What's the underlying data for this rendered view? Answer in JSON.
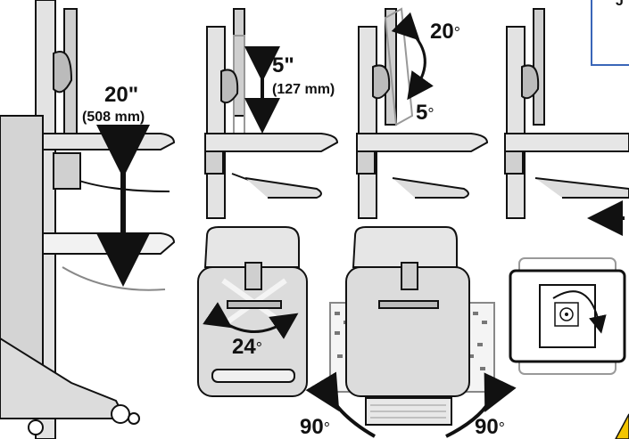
{
  "panels": {
    "height_adjust": {
      "value": "20\"",
      "metric": "(508 mm)"
    },
    "monitor_lift": {
      "value": "5\"",
      "metric": "(127 mm)"
    },
    "monitor_tilt": {
      "up": "20",
      "down": "5",
      "unit": "°"
    },
    "keyboard_swivel": {
      "value": "24",
      "unit": "°"
    },
    "platform_rotate": {
      "left": "90",
      "right": "90",
      "unit": "°"
    },
    "corner_text": "J"
  },
  "colors": {
    "line": "#111111",
    "fill": "#d9d9d9",
    "light": "#eeeeee",
    "accent": "#3a66b8",
    "warning": "#f2c500"
  }
}
